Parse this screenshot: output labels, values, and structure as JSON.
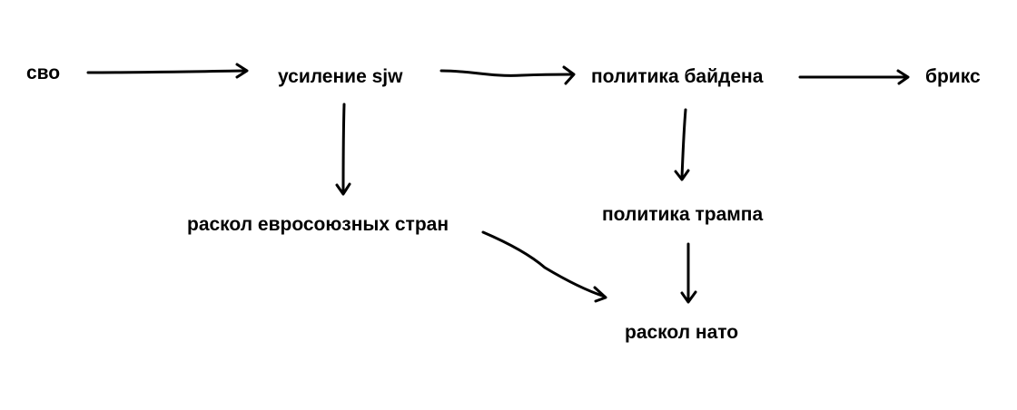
{
  "diagram": {
    "nodes": {
      "svo": "сво",
      "sjw": "усиление sjw",
      "biden": "политика байдена",
      "briks": "брикс",
      "eu_split": "раскол евросоюзных стран",
      "trump": "политика трампа",
      "nato_split": "раскол нато"
    },
    "edges": [
      {
        "from": "сво",
        "to": "усиление sjw"
      },
      {
        "from": "усиление sjw",
        "to": "политика байдена"
      },
      {
        "from": "политика байдена",
        "to": "брикс"
      },
      {
        "from": "усиление sjw",
        "to": "раскол евросоюзных стран"
      },
      {
        "from": "политика байдена",
        "to": "политика трампа"
      },
      {
        "from": "раскол евросоюзных стран",
        "to": "раскол нато"
      },
      {
        "from": "политика трампа",
        "to": "раскол нато"
      }
    ],
    "colors": {
      "background": "#ffffff",
      "ink": "#000000"
    }
  }
}
